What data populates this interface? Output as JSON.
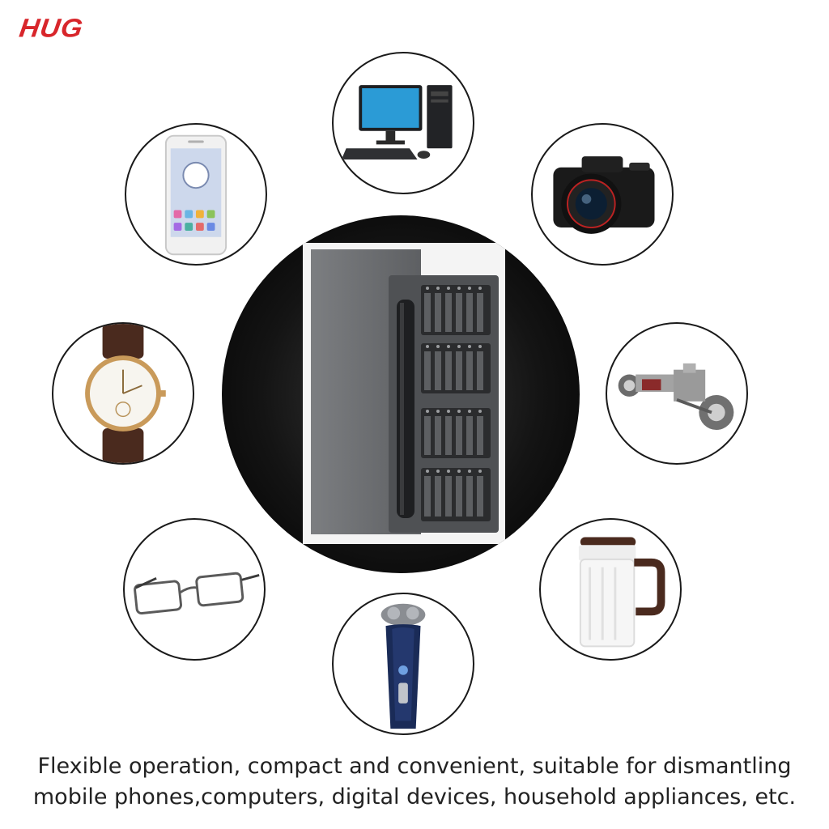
{
  "brand": {
    "logo_text": "HUG",
    "color": "#d8262b"
  },
  "caption": {
    "line1": "Flexible operation, compact and convenient, suitable for dismantling",
    "line2": "mobile phones,computers, digital devices, household appliances, etc."
  },
  "product": {
    "icon": "screwdriver-kit-icon"
  },
  "items": [
    {
      "icon": "desktop-computer-icon"
    },
    {
      "icon": "smartphone-icon"
    },
    {
      "icon": "camera-icon"
    },
    {
      "icon": "wristwatch-icon"
    },
    {
      "icon": "robot-toy-icon"
    },
    {
      "icon": "eyeglasses-icon"
    },
    {
      "icon": "kettle-icon"
    },
    {
      "icon": "electric-shaver-icon"
    }
  ]
}
